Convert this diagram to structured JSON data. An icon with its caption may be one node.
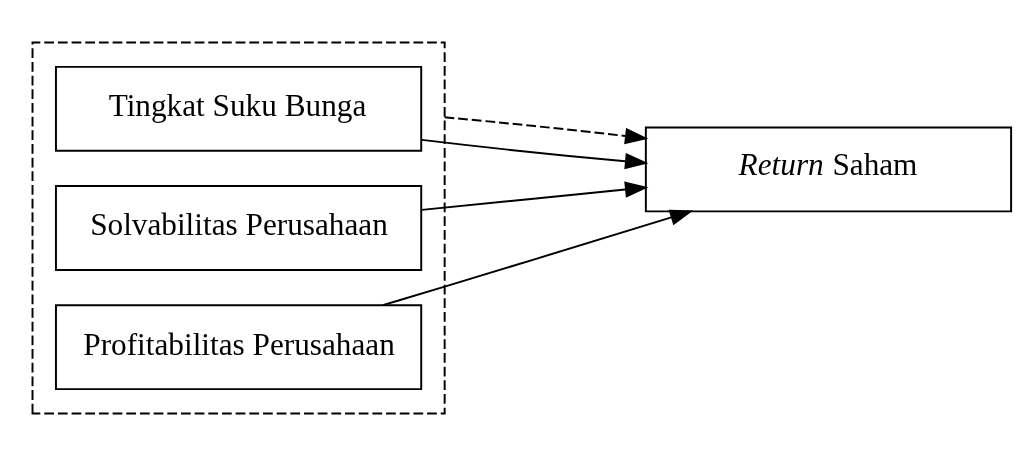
{
  "diagram": {
    "nodes": [
      {
        "text": [],
        "shape": "box"
      },
      {
        "text": [
          "Tingkat Suku Bunga"
        ],
        "in": 0
      },
      {
        "text": [
          "Solvabilitas Perusahaan"
        ],
        "in": 0
      },
      {
        "text": [
          "Profitabilitas Perusahaan"
        ],
        "in": 0
      },
      {
        "text": [
          "*Return* Saham"
        ]
      }
    ],
    "edges": [
      {
        "from": 1,
        "to": 4,
        "arrow": "to"
      },
      {
        "from": 2,
        "to": 4,
        "arrow": "to"
      },
      {
        "from": 3,
        "to": 4,
        "arrow": "to"
      },
      {
        "from": 0,
        "to": 4,
        "arrow": "to",
        "style": "dashed"
      }
    ]
  }
}
